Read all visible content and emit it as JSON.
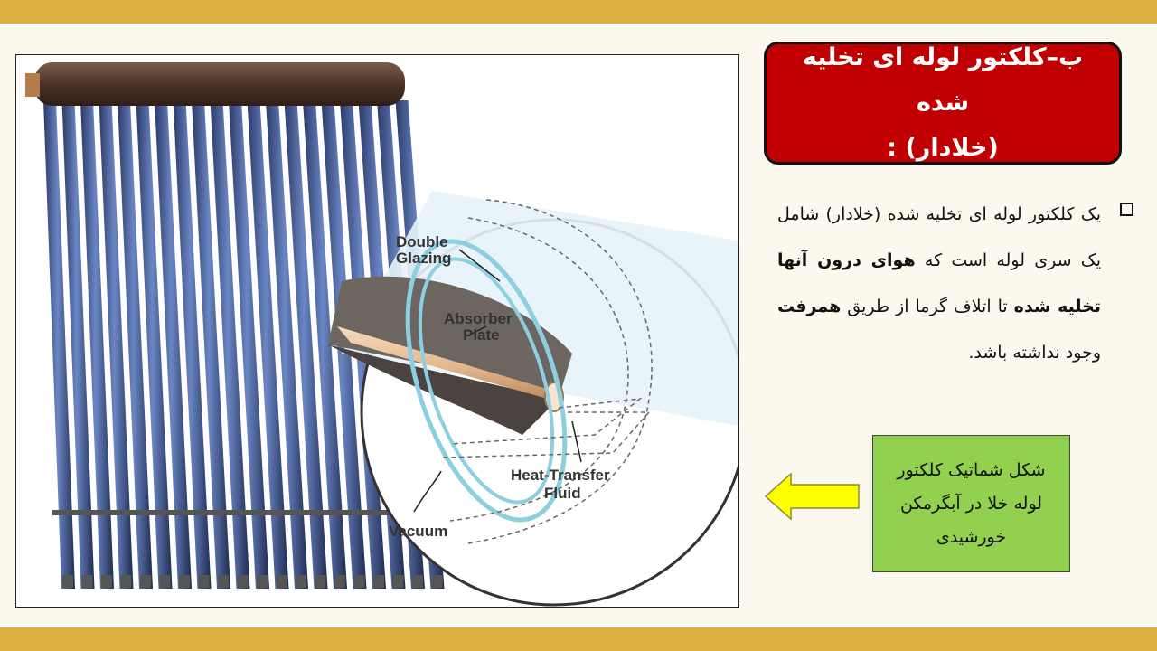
{
  "title": {
    "line1": "ب–کلکتور لوله ای تخلیه شده",
    "line2": "(خلادار) :"
  },
  "bullet": {
    "part1": "یک کلکتور لوله ای تخلیه شده (خلادار) شامل یک سری لوله است که ",
    "bold1": "هوای درون آنها تخلیه شده",
    "part2": " تا اتلاف گرما از طریق ",
    "bold2": "همرفت",
    "part3": " وجود نداشته باشد."
  },
  "caption": {
    "line1": "شکل شماتیک کلکتور",
    "line2": "لوله خلا در آبگرمکن",
    "line3": "خورشیدی"
  },
  "figure_labels": {
    "double_glazing_1": "Double",
    "double_glazing_2": "Glazing",
    "absorber_plate_1": "Absorber",
    "absorber_plate_2": "Plate",
    "heat_transfer_1": "Heat-Transfer",
    "heat_transfer_2": "Fluid",
    "vacuum": "Vacuum"
  },
  "colors": {
    "band": "#dcb043",
    "title_bg": "#c00000",
    "caption_bg": "#92d050",
    "arrow_fill": "#ffff00"
  }
}
